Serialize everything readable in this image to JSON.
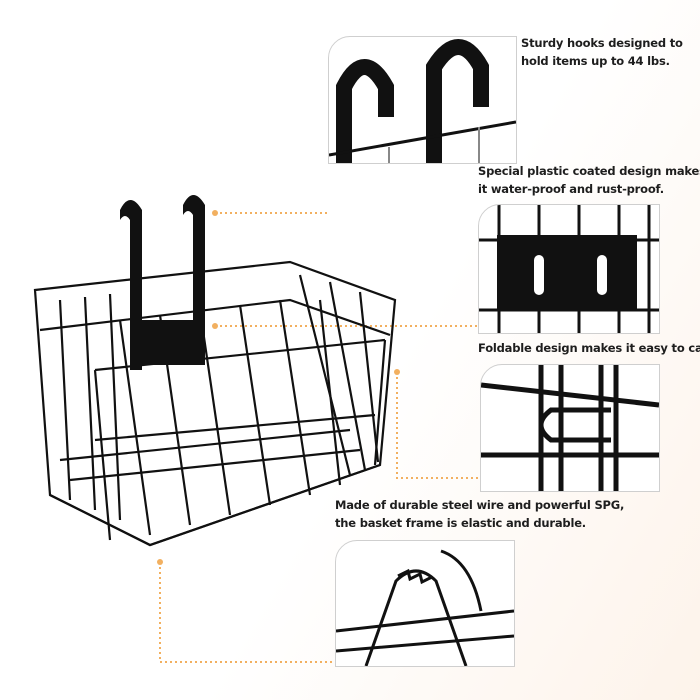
{
  "captions": {
    "hooks": [
      "Sturdy hooks designed to",
      "hold items up to 44 lbs."
    ],
    "coating": [
      "Special plastic coated design makes",
      "it water-proof and rust-proof."
    ],
    "foldable": [
      "Foldable design makes it easy to carry."
    ],
    "steel": [
      "Made of durable steel wire and powerful SPG,",
      "the basket frame is elastic and durable."
    ]
  },
  "colors": {
    "accent": "#f2b060",
    "wire": "#111111"
  }
}
